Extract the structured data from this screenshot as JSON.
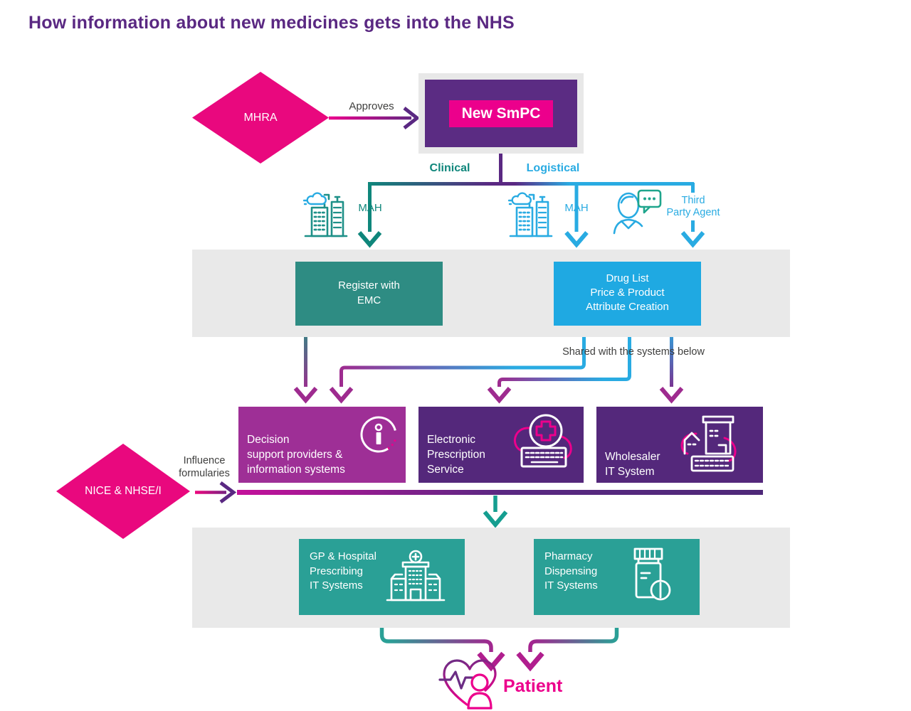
{
  "title": "How information about new medicines gets into the NHS",
  "palette": {
    "purple": "#5A2882",
    "pink": "#EC008C",
    "diamond_pink": "#E9087E",
    "magenta_box": "#9E2F96",
    "dark_purple_box": "#54287B",
    "teal_box": "#2E8C83",
    "teal_box_light": "#2AA096",
    "blue": "#29ABE2",
    "blue_box": "#1FA9E2",
    "band_gray": "#E9E9E9",
    "text_gray": "#3F3F3E"
  },
  "nodes": {
    "mhra": {
      "label": "MHRA"
    },
    "approves_label": "Approves",
    "new_smpc": {
      "label": "New SmPC"
    },
    "clinical_label": "Clinical",
    "logistical_label": "Logistical",
    "mah_clinical": "MAH",
    "mah_logistical": "MAH",
    "third_party": {
      "lines": [
        "Third",
        "Party Agent"
      ]
    },
    "register_emc": {
      "lines": [
        "Register with",
        "EMC"
      ]
    },
    "drug_list": {
      "lines": [
        "Drug List",
        "Price & Product",
        "Attribute Creation"
      ]
    },
    "shared_note": "Shared with the systems below",
    "decision_support": {
      "lines": [
        "Decision",
        "support providers &",
        "information systems"
      ]
    },
    "eps": {
      "lines": [
        "Electronic",
        "Prescription",
        "Service"
      ]
    },
    "wholesaler": {
      "lines": [
        "Wholesaler",
        "IT System"
      ]
    },
    "nice": {
      "label": "NICE & NHSE/I"
    },
    "influence": {
      "lines": [
        "Influence",
        "formularies"
      ]
    },
    "gp_prescribing": {
      "lines": [
        "GP & Hospital",
        "Prescribing",
        "IT Systems"
      ]
    },
    "pharmacy_dispensing": {
      "lines": [
        "Pharmacy",
        "Dispensing",
        "IT Systems"
      ]
    },
    "patient": {
      "label": "Patient"
    }
  }
}
